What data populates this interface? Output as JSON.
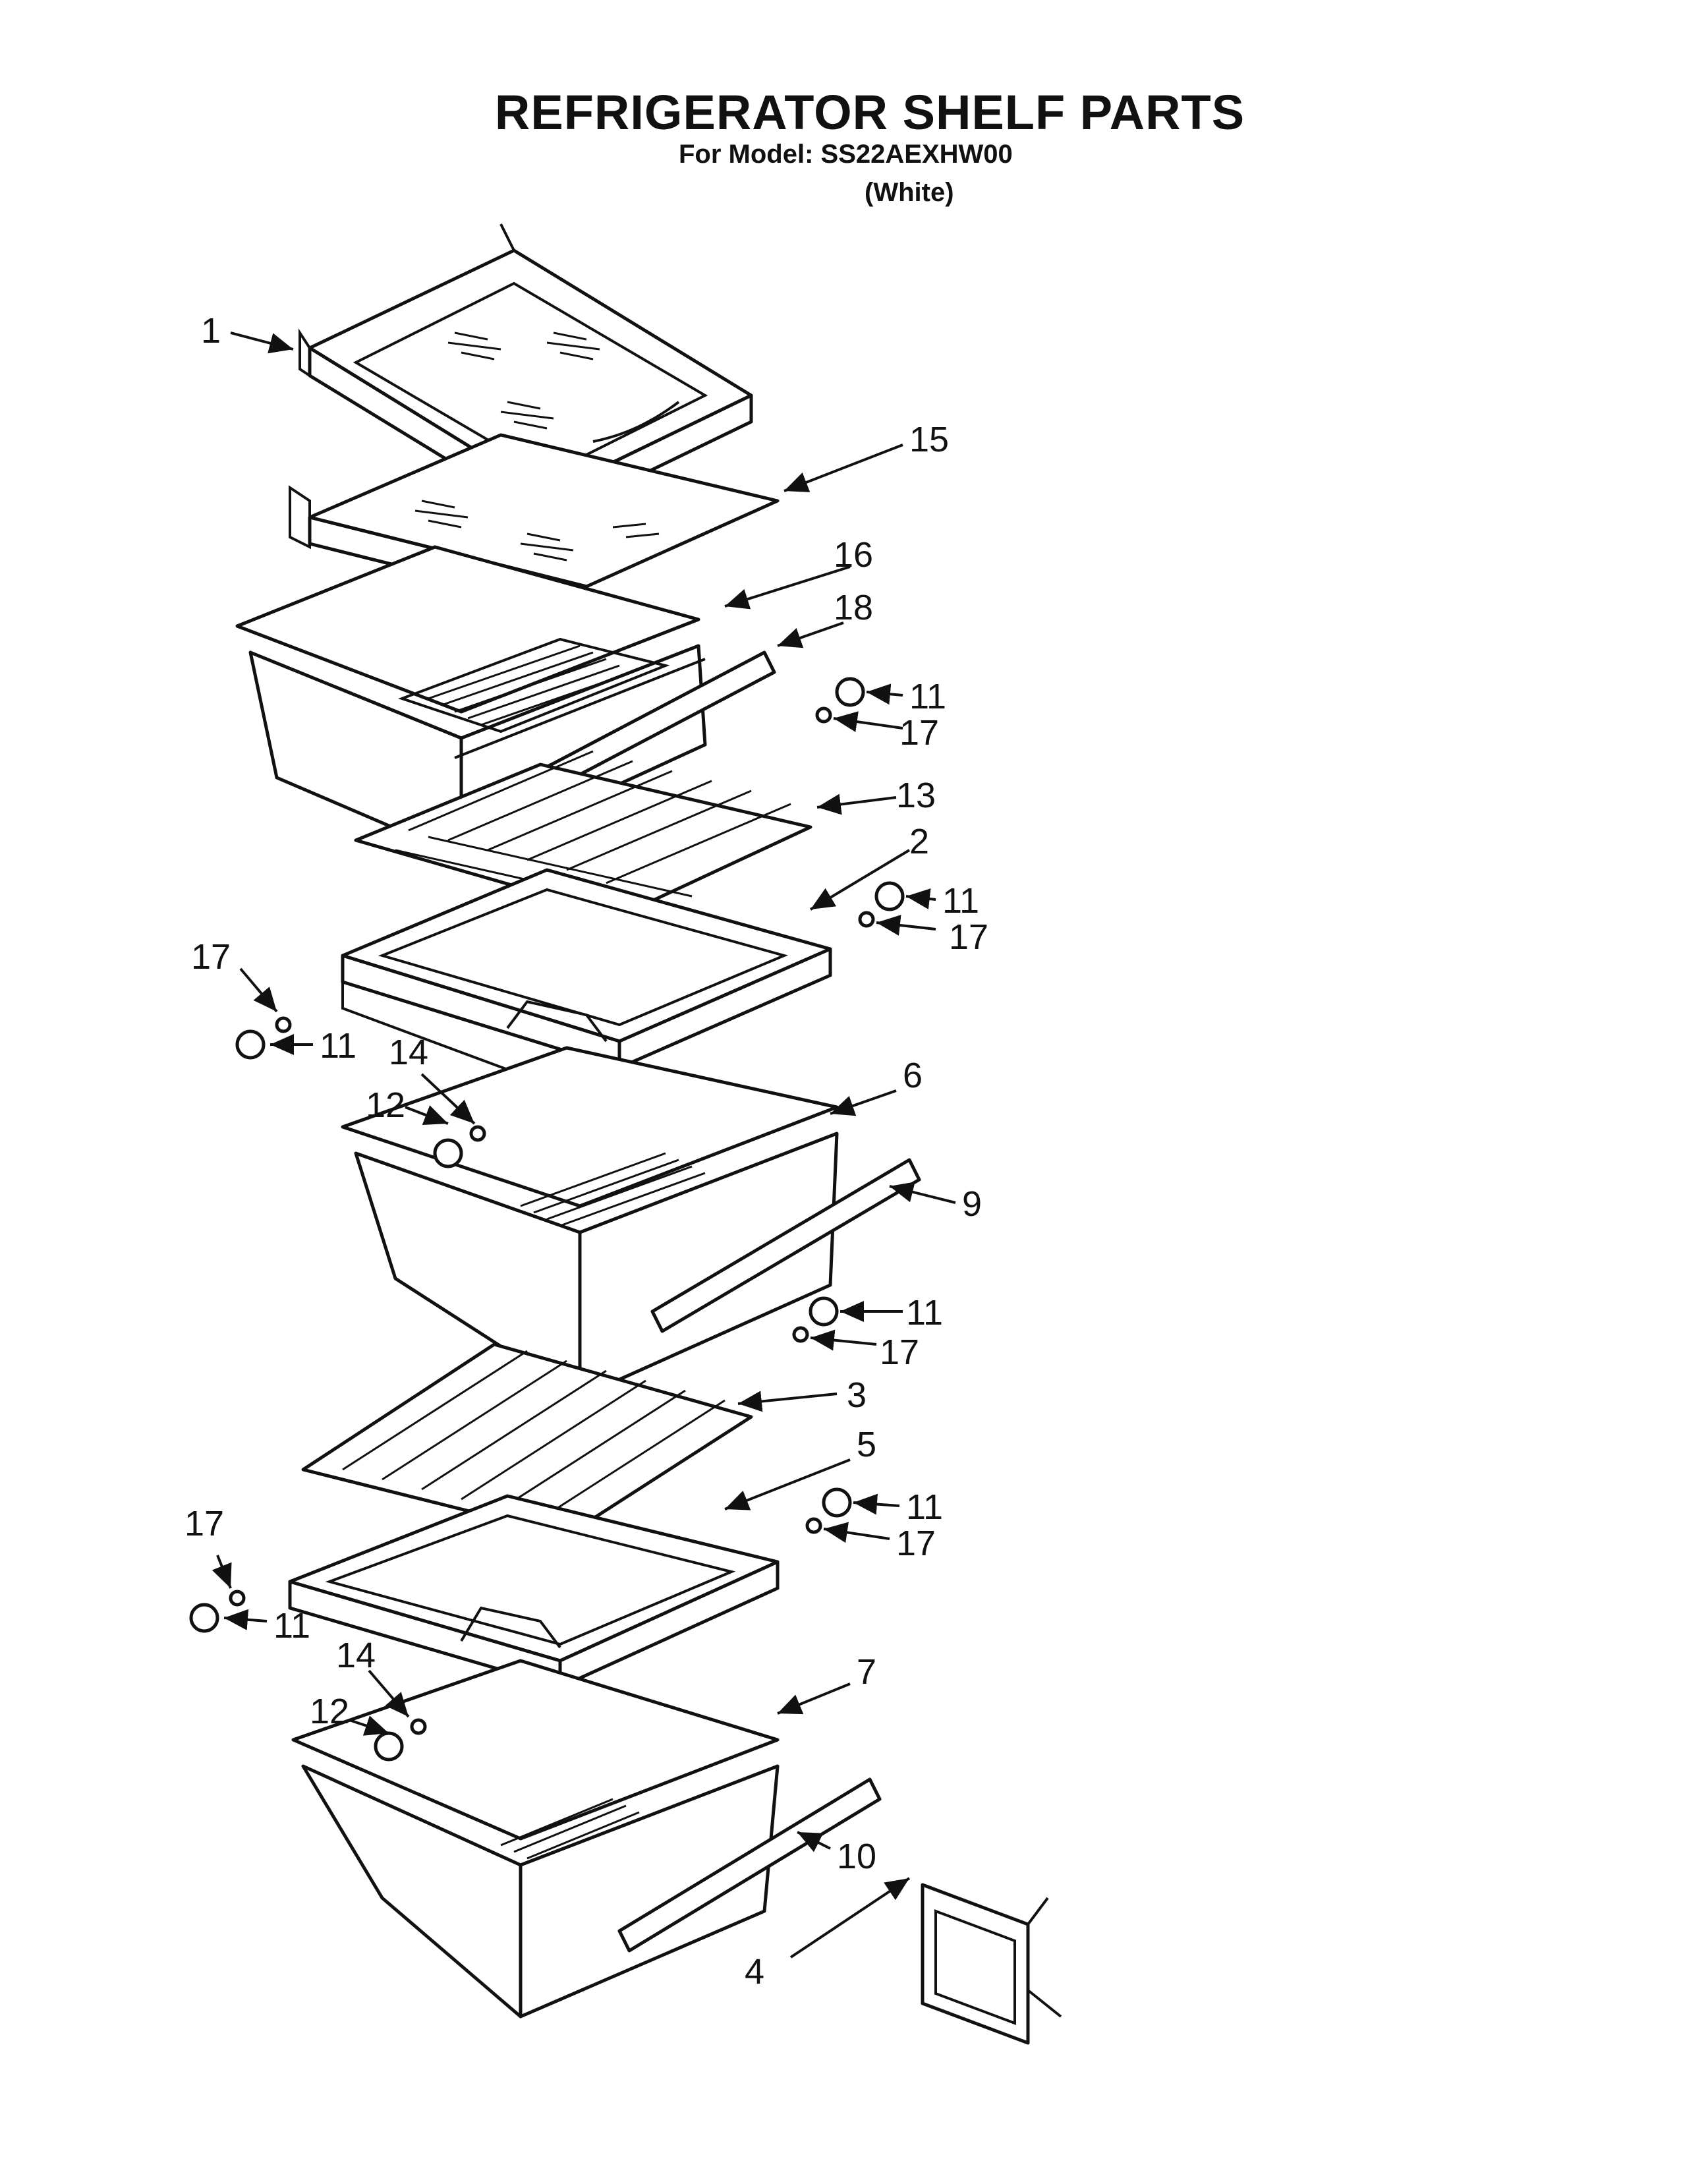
{
  "header": {
    "title": "REFRIGERATOR SHELF PARTS",
    "model_line": "For Model: SS22AEXHW00",
    "variant": "(White)"
  },
  "callouts": {
    "c1": "1",
    "c15": "15",
    "c16": "16",
    "c18": "18",
    "c11a": "11",
    "c17a": "17",
    "c13": "13",
    "c2": "2",
    "c11b": "11",
    "c17b": "17",
    "c17c": "17",
    "c11c": "11",
    "c14a": "14",
    "c12a": "12",
    "c6": "6",
    "c9": "9",
    "c11d": "11",
    "c17d": "17",
    "c3": "3",
    "c5": "5",
    "c11e": "11",
    "c17e": "17",
    "c17f": "17",
    "c11f": "11",
    "c14b": "14",
    "c12b": "12",
    "c7": "7",
    "c10": "10",
    "c4": "4"
  }
}
